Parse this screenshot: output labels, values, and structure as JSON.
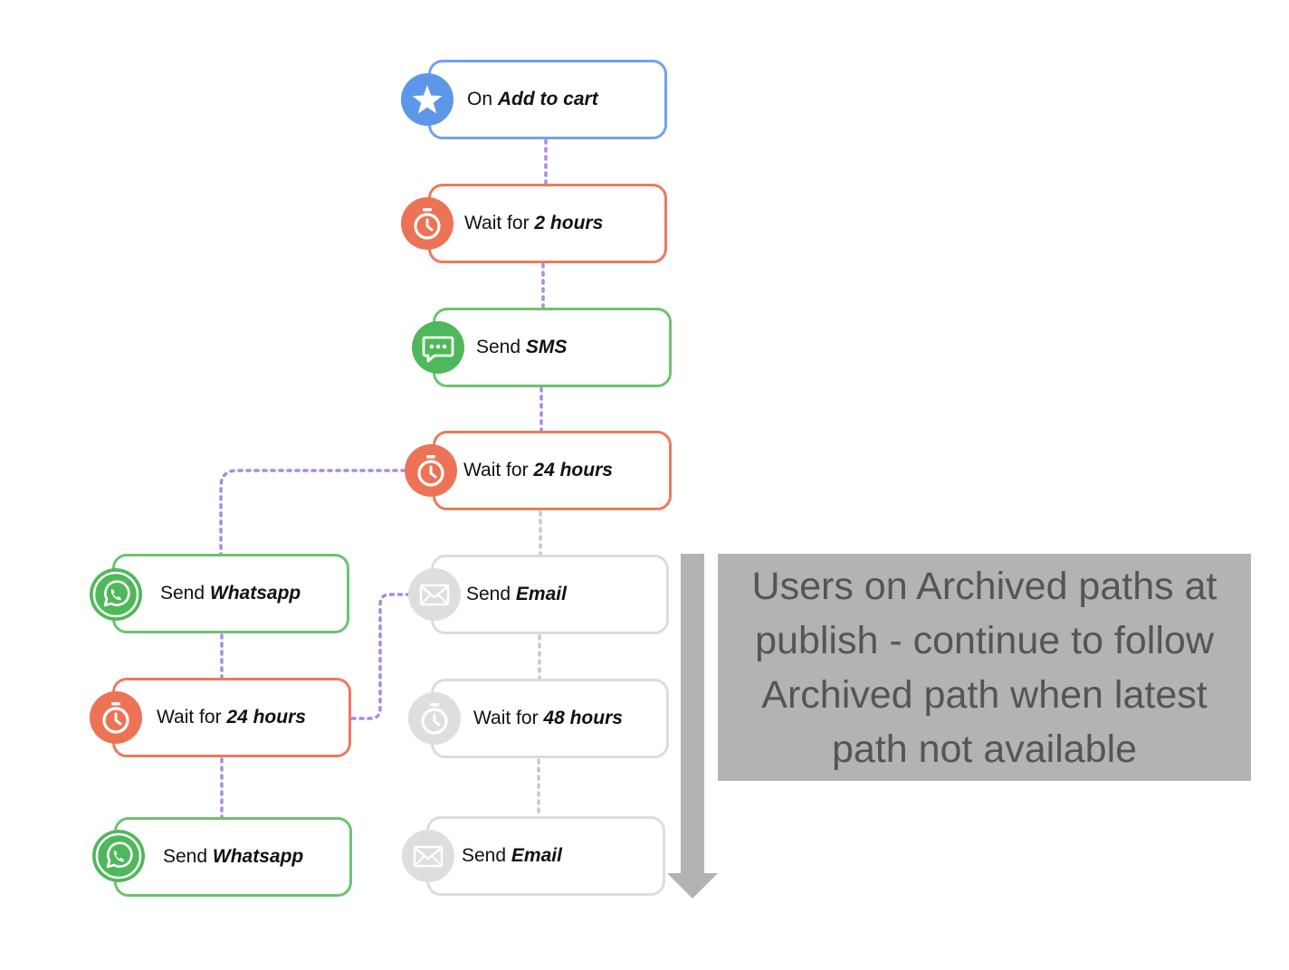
{
  "nodes": [
    {
      "id": "trigger",
      "kind": "trigger",
      "icon": "star-icon",
      "prefix": "On",
      "value": "Add to cart"
    },
    {
      "id": "wait-2h",
      "kind": "wait",
      "icon": "timer-icon",
      "prefix": "Wait for",
      "value": "2 hours"
    },
    {
      "id": "send-sms",
      "kind": "sms",
      "icon": "chat-bubble-icon",
      "prefix": "Send",
      "value": "SMS"
    },
    {
      "id": "wait-24h",
      "kind": "wait",
      "icon": "timer-icon",
      "prefix": "Wait for",
      "value": "24 hours"
    },
    {
      "id": "send-whatsapp-1",
      "kind": "whatsapp",
      "icon": "whatsapp-icon",
      "prefix": "Send",
      "value": "Whatsapp"
    },
    {
      "id": "wait-24h-branch",
      "kind": "wait",
      "icon": "timer-icon",
      "prefix": "Wait for",
      "value": "24 hours"
    },
    {
      "id": "send-whatsapp-2",
      "kind": "whatsapp",
      "icon": "whatsapp-icon",
      "prefix": "Send",
      "value": "Whatsapp"
    },
    {
      "id": "send-email-1",
      "kind": "archived",
      "icon": "envelope-icon",
      "prefix": "Send",
      "value": "Email"
    },
    {
      "id": "wait-48h",
      "kind": "archived",
      "icon": "timer-icon",
      "prefix": "Wait for",
      "value": "48 hours"
    },
    {
      "id": "send-email-2",
      "kind": "archived",
      "icon": "envelope-icon",
      "prefix": "Send",
      "value": "Email"
    }
  ],
  "note": "Users on Archived paths at publish - continue to follow Archived path when latest path not available",
  "colors": {
    "trigger": "#6fa4e8",
    "wait": "#ec7a5c",
    "channel": "#6cc36f",
    "archived": "#dcdcdc",
    "active_connector": "#a98ae6",
    "archived_connector": "#c8c8c8",
    "note_background": "#b3b3b3",
    "note_text": "#555555",
    "arrow": "#b3b3b3"
  }
}
